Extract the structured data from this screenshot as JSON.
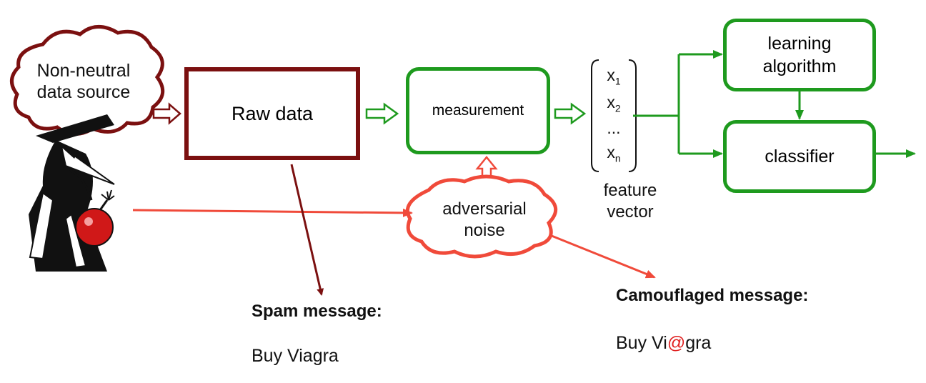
{
  "source_cloud": {
    "line1": "Non-neutral",
    "line2": "data source"
  },
  "raw_data": {
    "label": "Raw data"
  },
  "measurement": {
    "label": "measurement"
  },
  "feature_vector": {
    "items": [
      {
        "base": "x",
        "sub": "1"
      },
      {
        "base": "x",
        "sub": "2"
      },
      {
        "base": "...",
        "sub": ""
      },
      {
        "base": "x",
        "sub": "n"
      }
    ],
    "caption_line1": "feature",
    "caption_line2": "vector"
  },
  "learning_algorithm": {
    "line1": "learning",
    "line2": "algorithm"
  },
  "classifier": {
    "label": "classifier"
  },
  "noise_cloud": {
    "line1": "adversarial",
    "line2": "noise"
  },
  "spam": {
    "heading": "Spam message:",
    "text": "Buy Viagra"
  },
  "camouflaged": {
    "heading": "Camouflaged message:",
    "text_before": "Buy Vi",
    "text_at": "@",
    "text_after": "gra"
  },
  "colors": {
    "dark_red": "#7b1010",
    "green": "#1e9a1e",
    "red": "#f04a3a",
    "at_red": "#e02020"
  },
  "icons": {
    "spy": "spy-figure-with-bomb-icon"
  }
}
